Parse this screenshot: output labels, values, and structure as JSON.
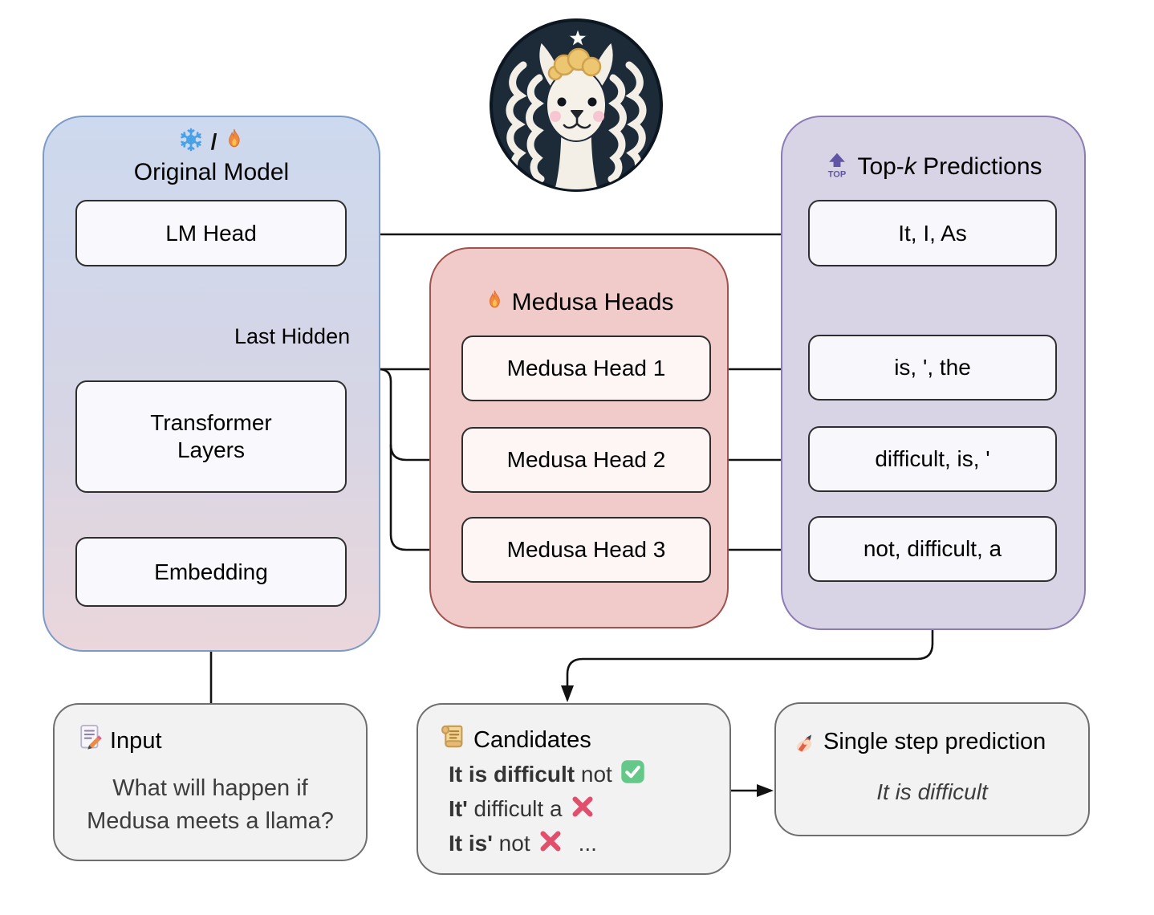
{
  "logo": {
    "name": "medusa-llama-logo"
  },
  "original_model": {
    "icons_separator": "/",
    "title": "Original Model",
    "lm_head": "LM Head",
    "transformer": "Transformer\nLayers",
    "embedding": "Embedding",
    "last_hidden_label": "Last Hidden"
  },
  "medusa": {
    "title": "Medusa Heads",
    "heads": [
      "Medusa Head 1",
      "Medusa Head 2",
      "Medusa Head 3"
    ]
  },
  "topk": {
    "title_pre": "Top-",
    "title_k": "k",
    "title_post": " Predictions",
    "predictions": [
      "It, I, As",
      "is, ', the",
      "difficult, is, '",
      "not, difficult, a"
    ]
  },
  "input": {
    "title": "Input",
    "line1": "What will happen if",
    "line2": "Medusa meets a llama?"
  },
  "candidates": {
    "title": "Candidates",
    "items": [
      {
        "bold": "It is difficult",
        "rest": " not",
        "status": "check",
        "suffix": ""
      },
      {
        "bold": "It'",
        "rest": " difficult a",
        "status": "cross",
        "suffix": ""
      },
      {
        "bold": "It is'",
        "rest": " not",
        "status": "cross",
        "suffix": "..."
      }
    ]
  },
  "single_step": {
    "title": "Single step prediction",
    "text": "It is difficult"
  },
  "colors": {
    "original_border": "#7d9bc8",
    "original_top": "#cdd9ee",
    "original_bottom": "#ead6db",
    "medusa_bg": "#f0cbc9",
    "medusa_border": "#a0524d",
    "topk_bg": "#d9d3e6",
    "topk_border": "#8b7cb5",
    "inner_box_border": "#2e2e2e",
    "gray_box_bg": "#f2f2f3",
    "gray_box_border": "#6e6e6e",
    "arrow": "#121212",
    "check_green": "#63c888",
    "cross_red": "#e14f6d",
    "snowflake_blue": "#46a1e6",
    "fire_orange": "#f0893d",
    "top_purple": "#6055a5"
  }
}
